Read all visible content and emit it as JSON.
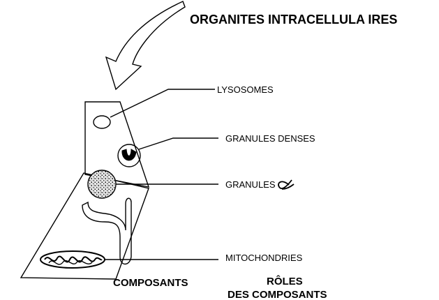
{
  "diagram": {
    "title": "ORGANITES INTRACELLULA IRES",
    "labels": {
      "lysosomes": "LYSOSOMES",
      "dense_granules": "GRANULES DENSES",
      "alpha_granules": "GRANULES",
      "mitochondria": "MITOCHONDRIES"
    },
    "footer": {
      "components": "COMPOSANTS",
      "roles_line1": "RÔLES",
      "roles_line2": "DES COMPOSANTS"
    }
  }
}
